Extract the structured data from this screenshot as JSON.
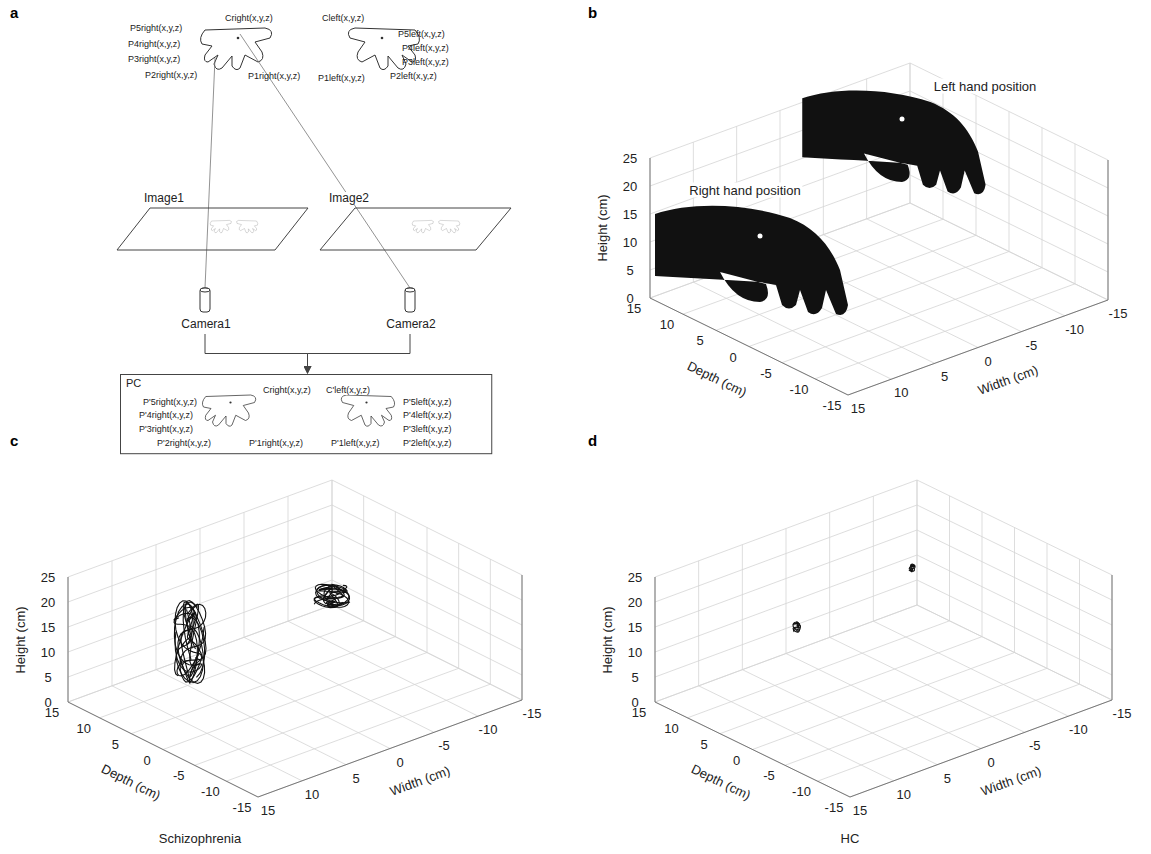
{
  "diagram": {
    "nodes": [
      {
        "text": [
          "Image1"
        ]
      },
      {
        "text": [
          "Image2"
        ]
      },
      {
        "text": [
          "Camera1"
        ]
      },
      {
        "text": [
          "Camera2"
        ]
      },
      {
        "text": [
          "PC",
          "P'5right(x,y,z)",
          "Cright(x,y,z)",
          "P'4right(x,y,z)",
          "P'3right(x,y,z)",
          "P'2right(x,y,z)",
          "P'1right(x,y,z)",
          "C'left(x,y,z)",
          "P'5left(x,y,z)",
          "P'4left(x,y,z)",
          "P'3left(x,y,z)",
          "P'2left(x,y,z)",
          "P'1left(x,y,z)"
        ]
      }
    ],
    "edges": [
      {
        "from": 2,
        "to": 4,
        "arrow": "to"
      },
      {
        "from": 3,
        "to": 4,
        "arrow": "to"
      }
    ],
    "labels": [
      "a",
      "P5right(x,y,z)",
      "Cright(x,y,z)",
      "P4right(x,y,z)",
      "P3right(x,y,z)",
      "P2right(x,y,z)",
      "P1right(x,y,z)",
      "Cleft(x,y,z)",
      "P5left(x,y,z)",
      "P4left(x,y,z)",
      "P3left(x,y,z)",
      "P2left(x,y,z)",
      "P1left(x,y,z)",
      "b",
      "Height (cm)",
      "25",
      "20",
      "15",
      "10",
      "5",
      "0",
      "Depth (cm)",
      "15",
      "10",
      "5",
      "0",
      "-5",
      "-10",
      "-15",
      "Width (cm)",
      "15",
      "10",
      "5",
      "0",
      "-5",
      "-10",
      "-15",
      "Right hand position",
      "Left hand position",
      "c",
      "Height (cm)",
      "25",
      "20",
      "15",
      "10",
      "5",
      "0",
      "Depth (cm)",
      "15",
      "10",
      "5",
      "0",
      "-5",
      "-10",
      "-15",
      "Width (cm)",
      "15",
      "10",
      "5",
      "0",
      "-5",
      "-10",
      "-15",
      "Schizophrenia",
      "d",
      "Height (cm)",
      "25",
      "20",
      "15",
      "10",
      "5",
      "0",
      "Depth (cm)",
      "15",
      "10",
      "5",
      "0",
      "-5",
      "-10",
      "-15",
      "Width (cm)",
      "15",
      "10",
      "5",
      "0",
      "-5",
      "-10",
      "-15",
      "HC"
    ]
  }
}
